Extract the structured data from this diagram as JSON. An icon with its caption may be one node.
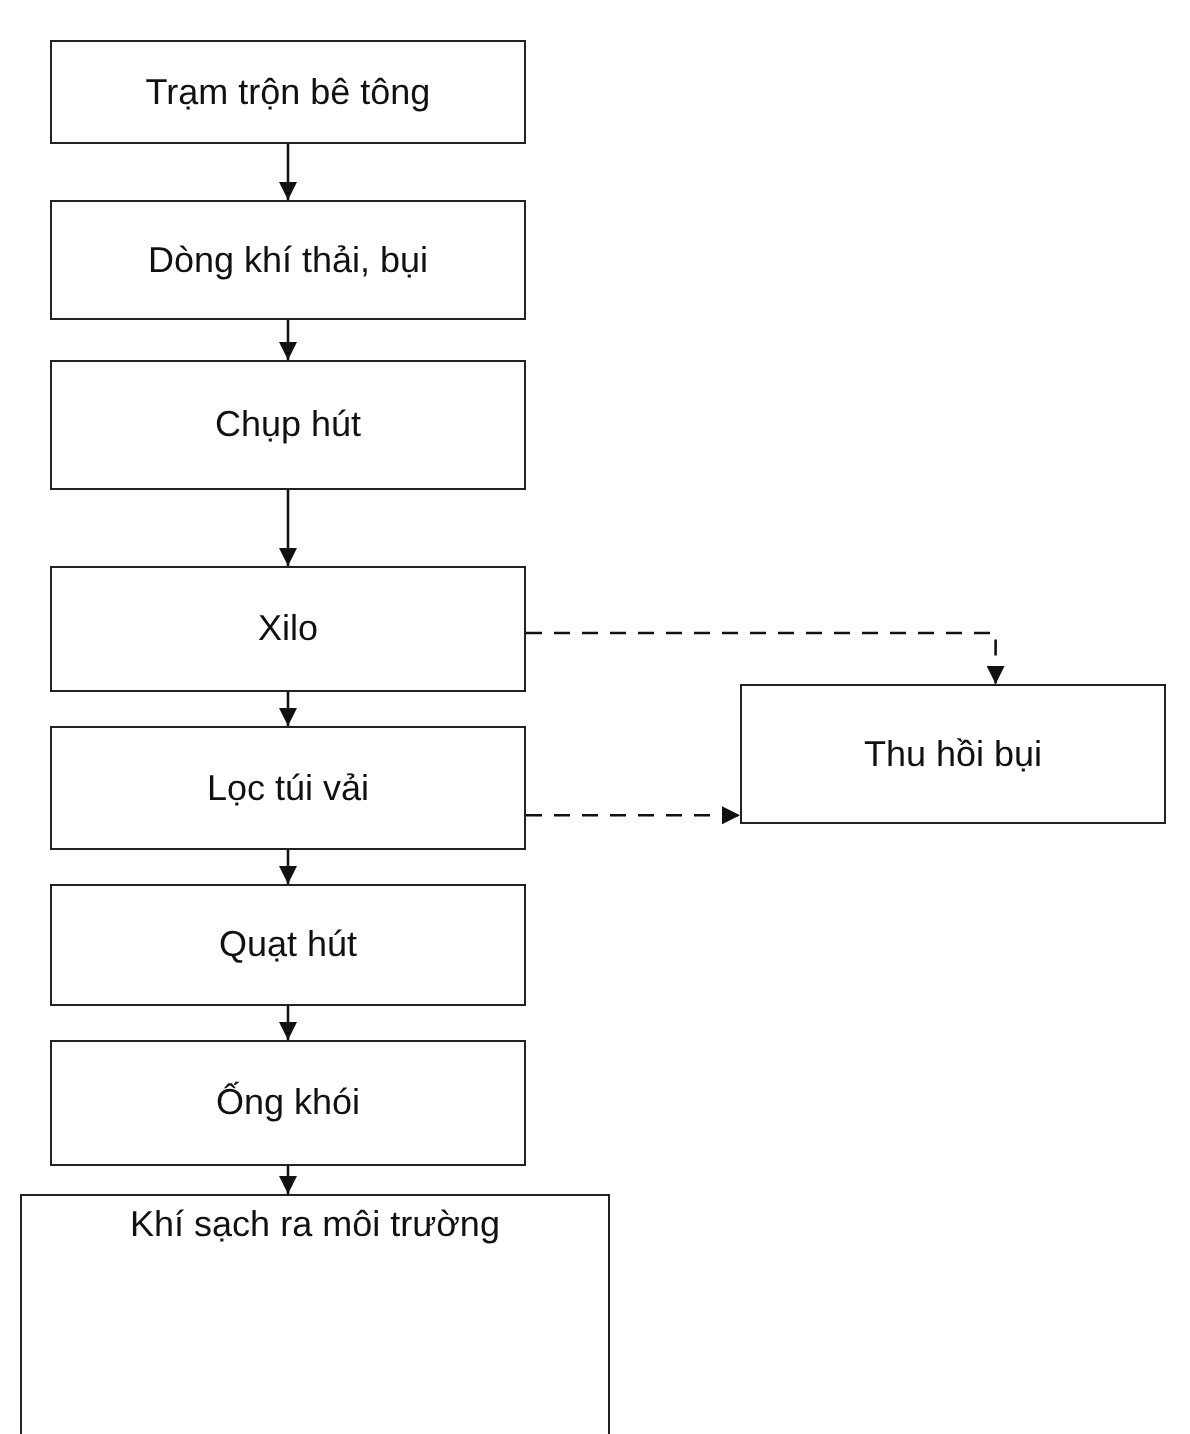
{
  "diagram": {
    "nodes": [
      {
        "text": [
          "Trạm trộn bê tông"
        ]
      },
      {
        "text": [
          "Dòng khí thải, bụi"
        ]
      },
      {
        "text": [
          "Chụp hút"
        ]
      },
      {
        "text": [
          "Xilo"
        ]
      },
      {
        "text": [
          "Lọc túi vải"
        ]
      },
      {
        "text": [
          "Quạt hút"
        ]
      },
      {
        "text": [
          "Ống khói"
        ]
      },
      {
        "text": [
          "Khí sạch ra môi trường"
        ]
      },
      {
        "text": [
          "Thu hồi bụi"
        ]
      }
    ],
    "edges": [
      {
        "from": 0,
        "to": 1,
        "arrow": "to"
      },
      {
        "from": 1,
        "to": 2,
        "arrow": "to"
      },
      {
        "from": 2,
        "to": 3,
        "arrow": "to"
      },
      {
        "from": 3,
        "to": 4,
        "arrow": "to"
      },
      {
        "from": 4,
        "to": 5,
        "arrow": "to"
      },
      {
        "from": 5,
        "to": 6,
        "arrow": "to"
      },
      {
        "from": 6,
        "to": 7,
        "arrow": "to"
      },
      {
        "from": 3,
        "to": 8,
        "arrow": "to",
        "style": "dashed"
      },
      {
        "from": 4,
        "to": 8,
        "arrow": "to",
        "style": "dashed"
      }
    ]
  }
}
